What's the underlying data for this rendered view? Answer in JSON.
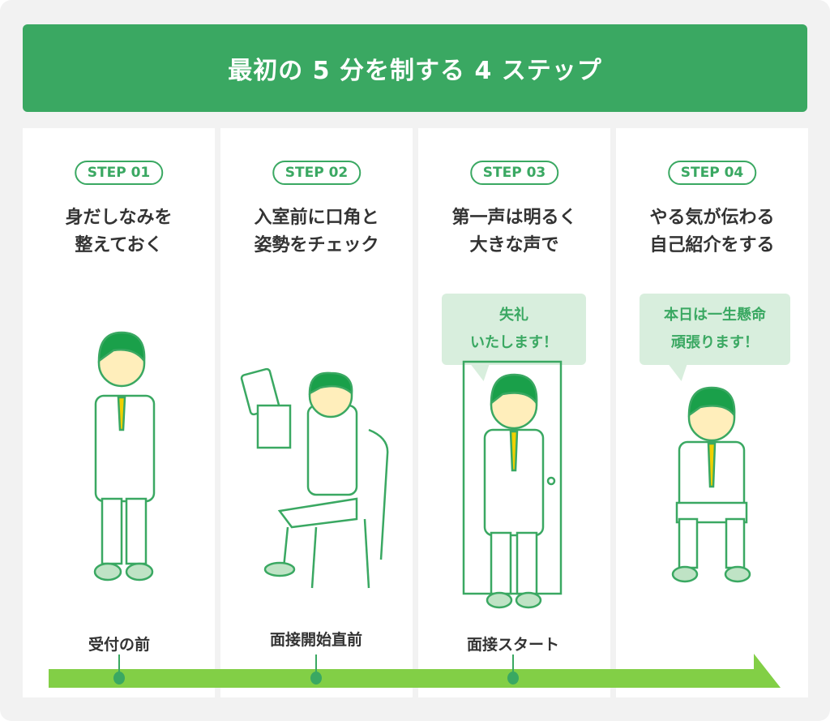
{
  "header": {
    "title": "最初の 5 分を制する 4 ステップ"
  },
  "steps": [
    {
      "badge": "STEP 01",
      "title": [
        "身だしなみを",
        "整えておく"
      ]
    },
    {
      "badge": "STEP 02",
      "title": [
        "入室前に口角と",
        "姿勢をチェック"
      ]
    },
    {
      "badge": "STEP 03",
      "title": [
        "第一声は明るく",
        "大きな声で"
      ],
      "bubble": [
        "失礼",
        "いたします！"
      ]
    },
    {
      "badge": "STEP 04",
      "title": [
        "やる気が伝わる",
        "自己紹介をする"
      ],
      "bubble": [
        "本日は一生懸命",
        "頑張ります！"
      ]
    }
  ],
  "timeline": {
    "labels": [
      "受付の前",
      "面接開始直前",
      "面接スタート"
    ]
  },
  "colors": {
    "green": "#3aa862",
    "lime": "#82cf46",
    "bubble": "#d8eedd",
    "background": "#f2f2f2"
  }
}
